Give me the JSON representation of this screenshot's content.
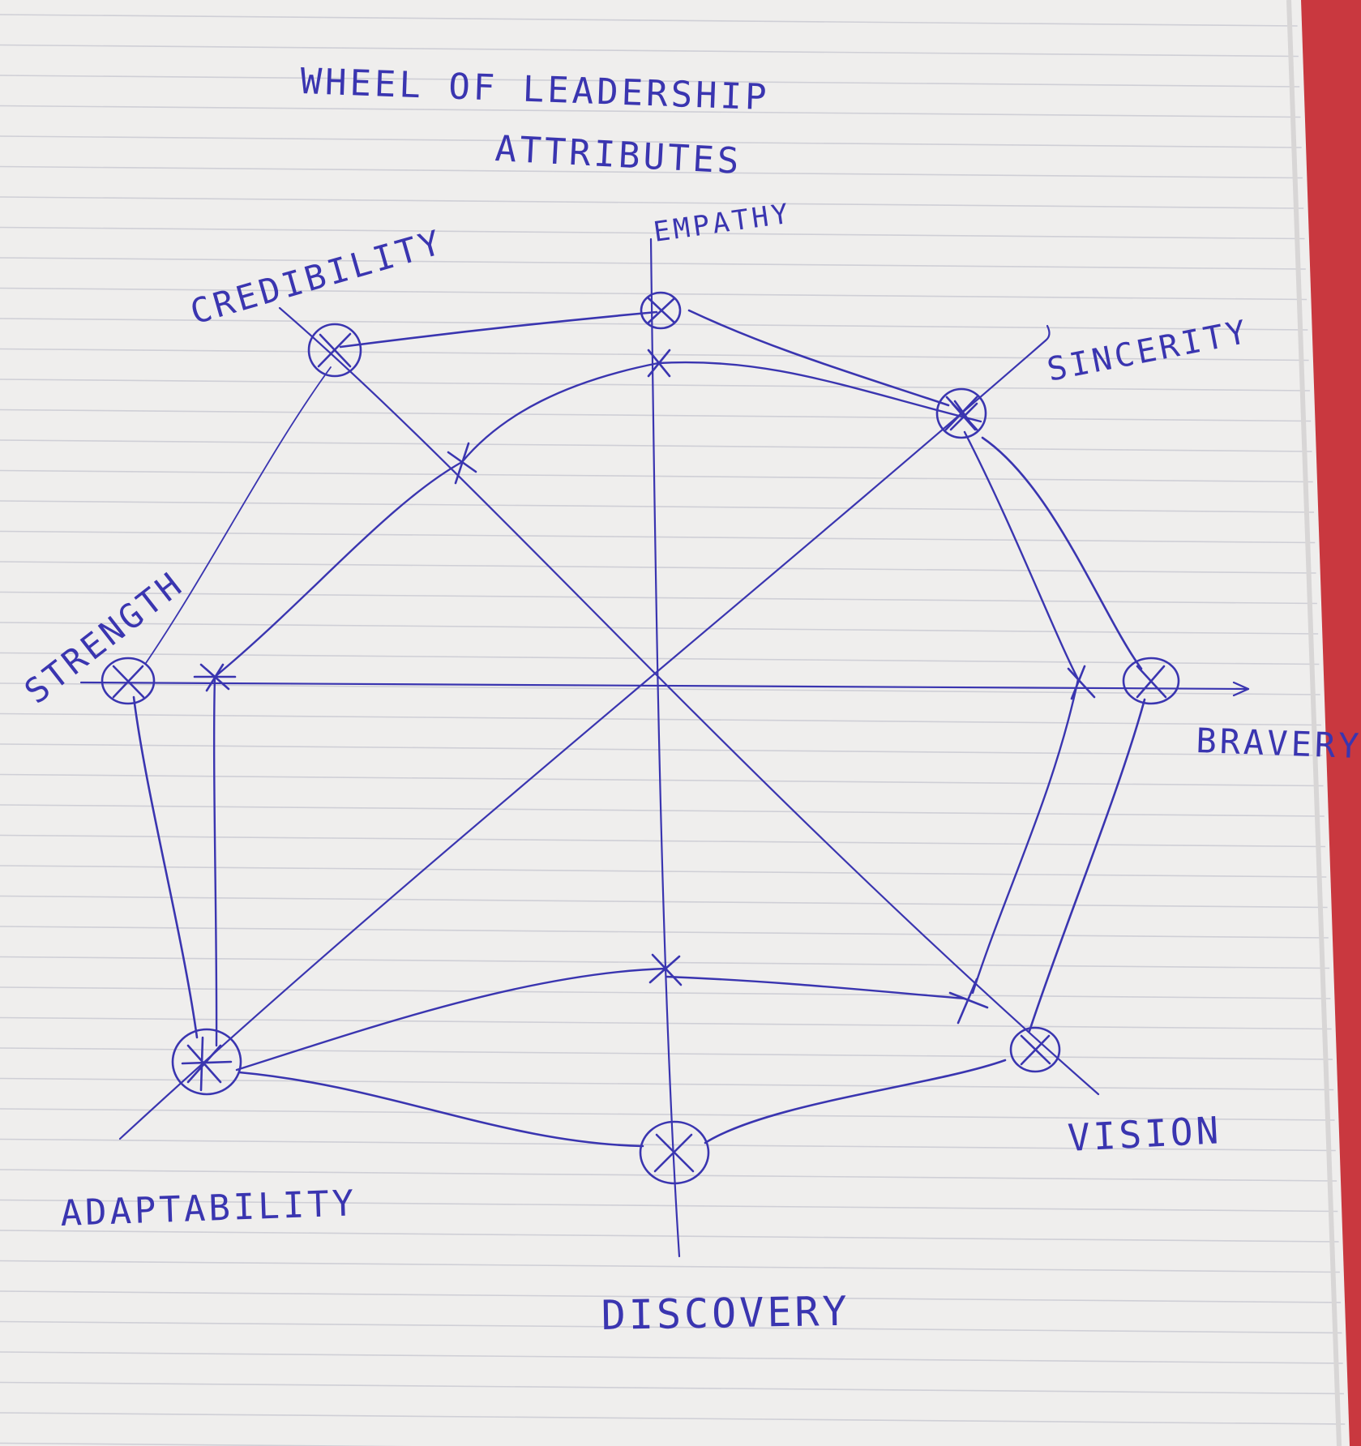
{
  "title": {
    "line1": "WHEEL OF LEADERSHIP",
    "line2": "ATTRIBUTES"
  },
  "attributes": [
    {
      "key": "empathy",
      "label": "EMPATHY"
    },
    {
      "key": "sincerity",
      "label": "SINCERITY"
    },
    {
      "key": "bravery",
      "label": "BRAVERY"
    },
    {
      "key": "vision",
      "label": "VISION"
    },
    {
      "key": "discovery",
      "label": "DISCOVERY"
    },
    {
      "key": "adaptability",
      "label": "ADAPTABILITY"
    },
    {
      "key": "strength",
      "label": "STRENGTH"
    },
    {
      "key": "credibility",
      "label": "CREDIBILITY"
    }
  ],
  "colors": {
    "ink": "#3a35b0",
    "paper": "#efeeed",
    "rule_line": "#cfcfd6",
    "margin": "#d9434a",
    "desk": "#b9a07a"
  }
}
